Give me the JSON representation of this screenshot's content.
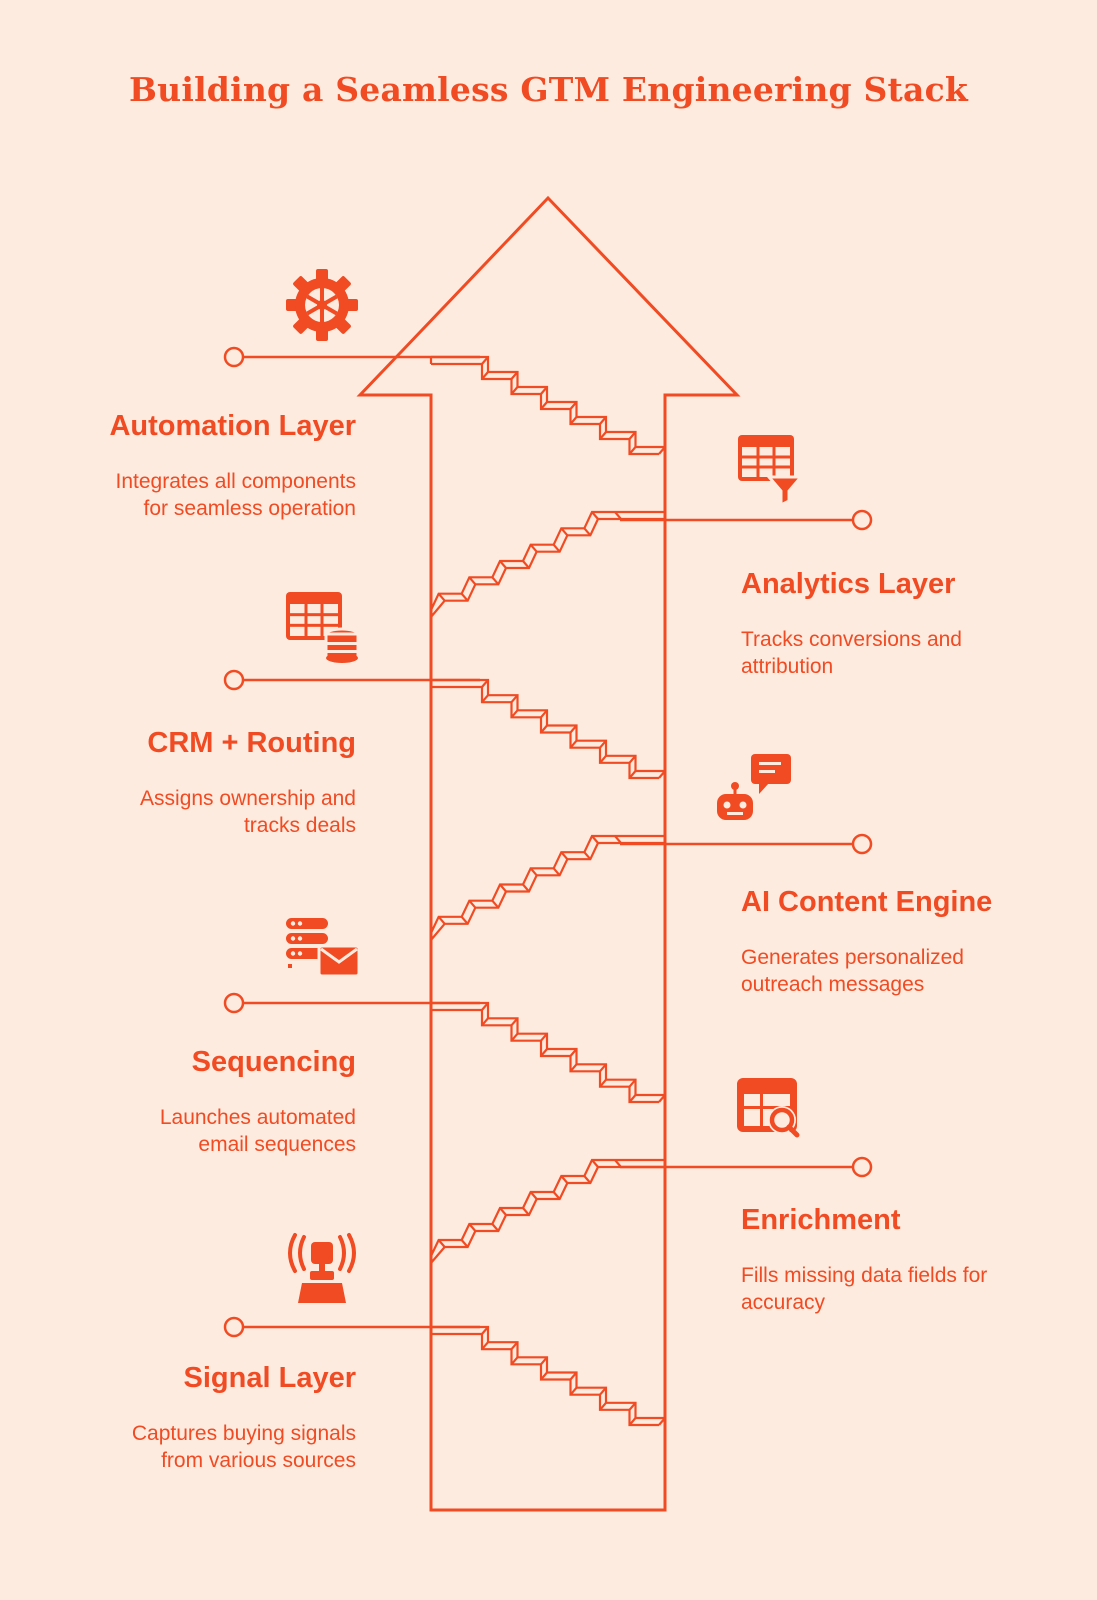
{
  "title": "Building a Seamless GTM Engineering Stack",
  "colors": {
    "accent": "#f04b23",
    "background": "#fdebdf"
  },
  "layers": [
    {
      "title": "Automation Layer",
      "description": "Integrates all components for seamless operation",
      "icon": "gear-wheel-icon",
      "side": "left"
    },
    {
      "title": "Analytics Layer",
      "description": "Tracks conversions and attribution",
      "icon": "table-filter-icon",
      "side": "right"
    },
    {
      "title": "CRM + Routing",
      "description": "Assigns ownership and tracks deals",
      "icon": "table-database-icon",
      "side": "left"
    },
    {
      "title": "AI Content Engine",
      "description": "Generates personalized outreach messages",
      "icon": "robot-chat-icon",
      "side": "right"
    },
    {
      "title": "Sequencing",
      "description": "Launches automated email sequences",
      "icon": "server-email-icon",
      "side": "left"
    },
    {
      "title": "Enrichment",
      "description": "Fills missing data fields for accuracy",
      "icon": "table-search-icon",
      "side": "right"
    },
    {
      "title": "Signal Layer",
      "description": "Captures buying signals from various sources",
      "icon": "signal-beacon-icon",
      "side": "left"
    }
  ]
}
